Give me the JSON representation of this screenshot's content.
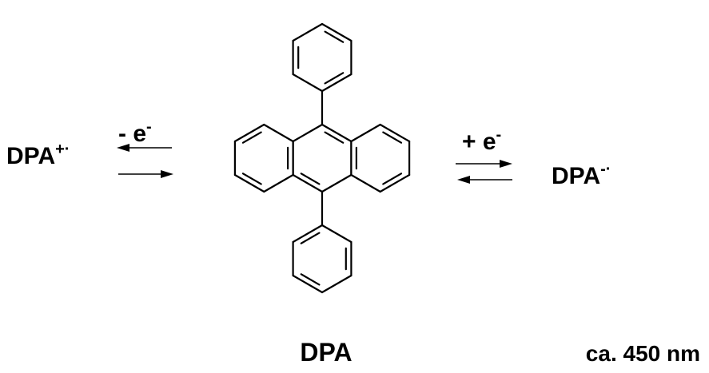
{
  "species": {
    "cation": {
      "main": "DPA",
      "sup": "+·"
    },
    "anion": {
      "main": "DPA",
      "sup": "-·"
    }
  },
  "steps": {
    "oxidation": {
      "main": "- e",
      "sup": "-"
    },
    "reduction": {
      "main": "+ e",
      "sup": "-"
    }
  },
  "molecule": {
    "name": "DPA"
  },
  "emission": {
    "text": "ca. 450 nm"
  }
}
